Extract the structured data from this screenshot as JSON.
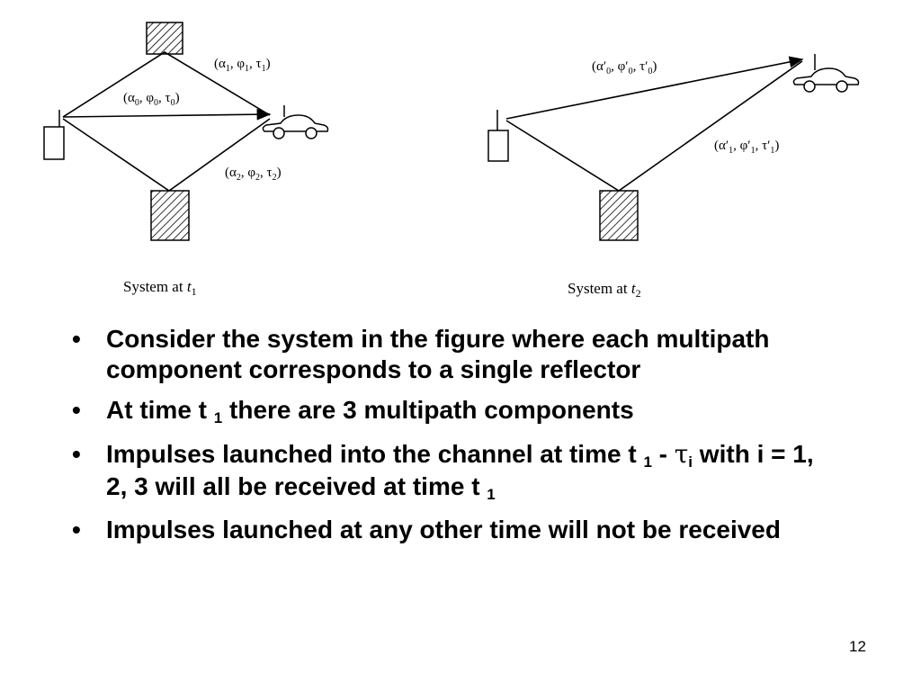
{
  "figure": {
    "left": {
      "caption_text": "System at ",
      "caption_var": "t",
      "caption_sub": "1",
      "paths": [
        {
          "text": "(α",
          "sub": "1",
          "text2": ", φ",
          "sub2": "1",
          "text3": ", τ",
          "sub3": "1",
          "text4": ")"
        },
        {
          "text": "(α",
          "sub": "0",
          "text2": ", φ",
          "sub2": "0",
          "text3": ", τ",
          "sub3": "0",
          "text4": ")"
        },
        {
          "text": "(α",
          "sub": "2",
          "text2": ", φ",
          "sub2": "2",
          "text3": ", τ",
          "sub3": "2",
          "text4": ")"
        }
      ]
    },
    "right": {
      "caption_text": "System at ",
      "caption_var": "t",
      "caption_sub": "2",
      "paths": [
        {
          "text": "(α′",
          "sub": "0",
          "text2": ", φ′",
          "sub2": "0",
          "text3": ", τ′",
          "sub3": "0",
          "text4": ")"
        },
        {
          "text": "(α′",
          "sub": "1",
          "text2": ", φ′",
          "sub2": "1",
          "text3": ", τ′",
          "sub3": "1",
          "text4": ")"
        }
      ]
    }
  },
  "bullets": {
    "marker": "•",
    "b1": "Consider the system in the figure where each multipath component corresponds to a single reflector",
    "b2_pre": "At time t ",
    "b2_sub": "1",
    "b2_post": " there are 3 multipath components",
    "b3_pre": "Impulses launched into the channel at time t ",
    "b3_sub1": "1",
    "b3_mid": " - ",
    "b3_tau": "τ",
    "b3_sub2": "i",
    "b3_mid2": " with i = 1, 2, 3 will all be received at time t ",
    "b3_sub3": "1",
    "b4": "Impulses launched at any other time will not be received"
  },
  "page_number": "12"
}
